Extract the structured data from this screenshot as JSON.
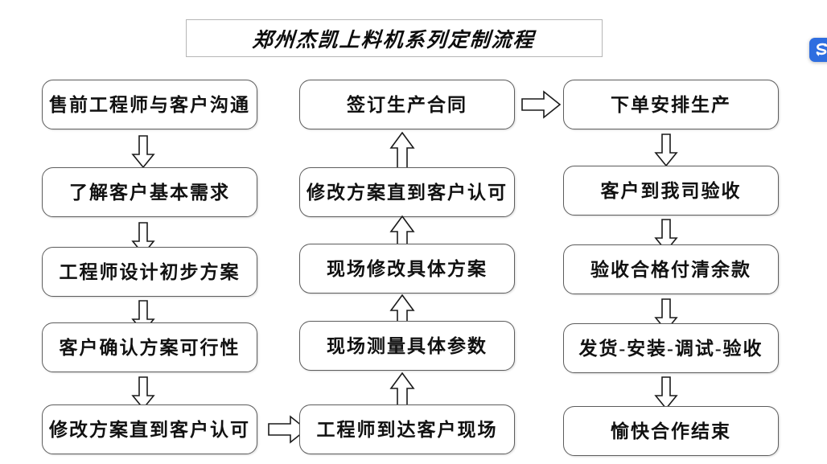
{
  "page": {
    "background": "#ffffff",
    "box_border_color": "#5d5d5d",
    "text_color": "#111111",
    "badge_color": "#2f6ee0"
  },
  "title": {
    "text": "郑州杰凯上料机系列定制流程"
  },
  "columns": [
    {
      "id": "column-1",
      "direction": "down",
      "nodes": [
        {
          "label": "售前工程师与客户沟通"
        },
        {
          "label": "了解客户基本需求"
        },
        {
          "label": "工程师设计初步方案"
        },
        {
          "label": "客户确认方案可行性"
        },
        {
          "label": "修改方案直到客户认可"
        }
      ]
    },
    {
      "id": "column-2",
      "direction": "up",
      "nodes": [
        {
          "label": "签订生产合同"
        },
        {
          "label": "修改方案直到客户认可"
        },
        {
          "label": "现场修改具体方案"
        },
        {
          "label": "现场测量具体参数"
        },
        {
          "label": "工程师到达客户现场"
        }
      ]
    },
    {
      "id": "column-3",
      "direction": "down",
      "nodes": [
        {
          "label": "下单安排生产"
        },
        {
          "label": "客户到我司验收"
        },
        {
          "label": "验收合格付清余款"
        },
        {
          "label": "发货-安装-调试-验收"
        },
        {
          "label": "愉快合作结束"
        }
      ]
    }
  ],
  "connectors": {
    "col1_to_col2": {
      "direction": "right"
    },
    "col2_to_col3": {
      "direction": "right"
    }
  },
  "badge": {
    "name": "sogou-logo",
    "letter": "S"
  }
}
